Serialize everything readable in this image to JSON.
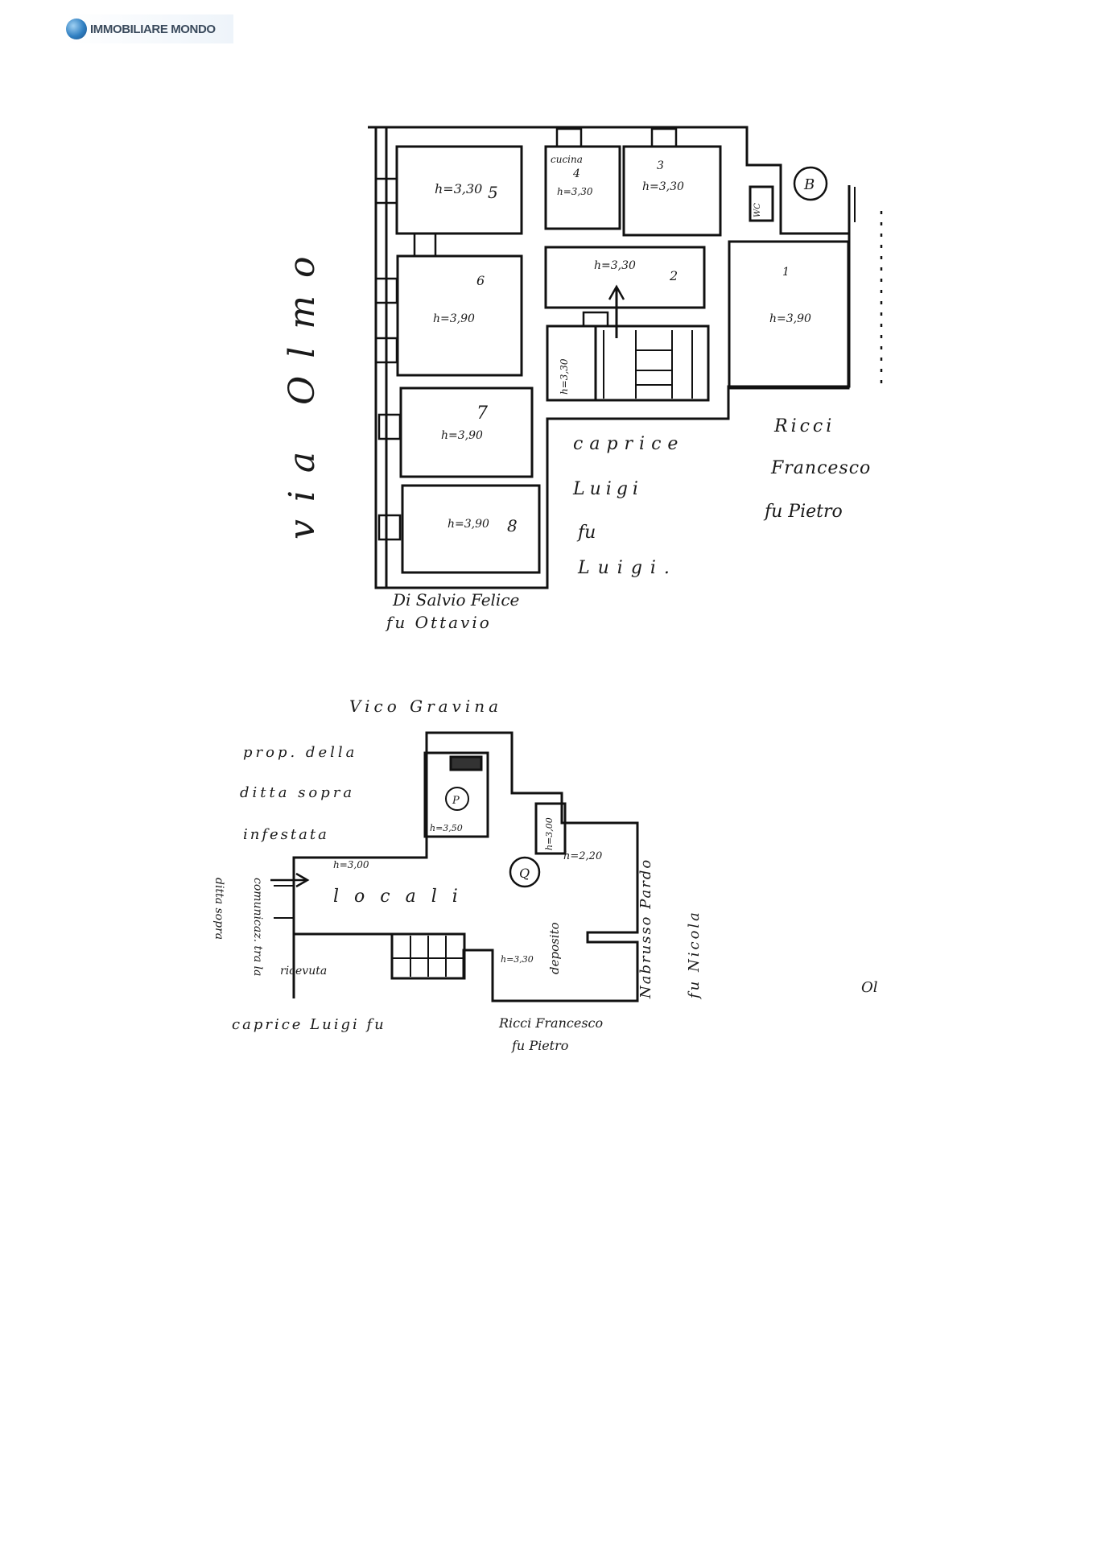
{
  "brand": {
    "name": "IMMOBILIARE MONDO",
    "logo_icon": "globe-icon",
    "accent": "#2f7fc1"
  },
  "upper_plan": {
    "street": "via Olmo",
    "rooms": [
      {
        "id": "room-5",
        "number": "5",
        "label": "h=3,30"
      },
      {
        "id": "room-4",
        "number": "4",
        "title": "cucina",
        "label": "h=3,30"
      },
      {
        "id": "room-3",
        "number": "3",
        "label": "h=3,30"
      },
      {
        "id": "room-2",
        "number": "2",
        "label": "h=3,30"
      },
      {
        "id": "room-1",
        "number": "1",
        "label": "h=3,90"
      },
      {
        "id": "room-6",
        "number": "6",
        "label": "h=3,90"
      },
      {
        "id": "room-7",
        "number": "7",
        "label": "h=3,90"
      },
      {
        "id": "room-8",
        "number": "8",
        "label": "h=3,90"
      },
      {
        "id": "room-wc",
        "label": "WC"
      }
    ],
    "stair_landing_label": "h=3,30",
    "circle_label": "B",
    "neighbors": {
      "caprice": [
        "caprice",
        "Luigi",
        "fu",
        "Luigi."
      ],
      "ricci": [
        "Ricci",
        "Francesco",
        "fu Pietro"
      ],
      "di_salvio": [
        "Di Salvio Felice",
        "fu Ottavio"
      ]
    }
  },
  "lower_plan": {
    "street": "Vico Gravina",
    "prop_text": [
      "prop. della",
      "ditta sopra",
      "infestata"
    ],
    "locali_label": "l o c a l i",
    "locali_height": "h=3,00",
    "bagno_label": "h=3,50",
    "bagno_circle": "P",
    "circle_label": "Q",
    "right_label": "h=2,20",
    "small_room_label": "h=3,00",
    "deposito_label": "deposito",
    "bottom_left_label": "h=3,30",
    "boundary_note": [
      "comunicaz. tra la",
      "ricevuta"
    ],
    "rotated_left": "ditta sopra",
    "neighbors": {
      "caprice": "caprice Luigi fu",
      "ricci": "Ricci Francesco",
      "ricci_sub": "fu Pietro",
      "nabrusso": "Nabrusso Pardo",
      "nabrusso_sub": "fu Nicola"
    },
    "edge_fragment": "Ol"
  }
}
